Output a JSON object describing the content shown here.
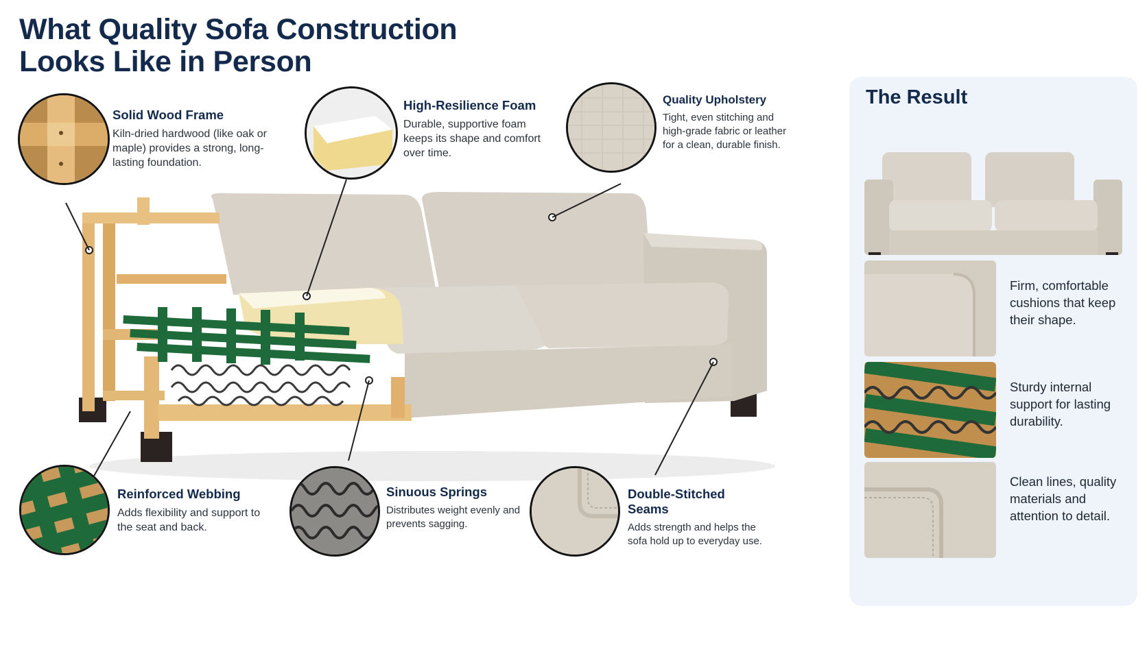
{
  "title_line1": "What Quality Sofa Construction",
  "title_line2": "Looks Like in Person",
  "callouts": {
    "frame": {
      "title": "Solid Wood Frame",
      "desc": "Kiln-dried hardwood (like oak or maple) provides a strong, long-lasting foundation."
    },
    "foam": {
      "title": "High-Resilience Foam",
      "desc": "Durable, supportive foam keeps its shape and comfort over time."
    },
    "upholstery": {
      "title": "Quality Upholstery",
      "desc": "Tight, even stitching and high-grade fabric or leather for a clean, durable finish."
    },
    "webbing": {
      "title": "Reinforced Webbing",
      "desc": "Adds flexibility and support to the seat and back."
    },
    "springs": {
      "title": "Sinuous Springs",
      "desc": "Distributes weight evenly and prevents sagging."
    },
    "seams": {
      "title": "Double-Stitched Seams",
      "desc": "Adds strength and helps the sofa hold up to everyday use."
    }
  },
  "result": {
    "title": "The Result",
    "items": [
      {
        "text": "Firm, comfortable cushions that keep their shape."
      },
      {
        "text": "Sturdy internal support for lasting durability."
      },
      {
        "text": "Clean lines, quality materials and attention to detail."
      }
    ]
  },
  "colors": {
    "heading": "#142a4c",
    "fabric": "#d9d3c9",
    "wood": "#e3b877",
    "foam": "#f1e6b8",
    "webbing": "#1f6a3a",
    "panel": "#eef4fa"
  }
}
